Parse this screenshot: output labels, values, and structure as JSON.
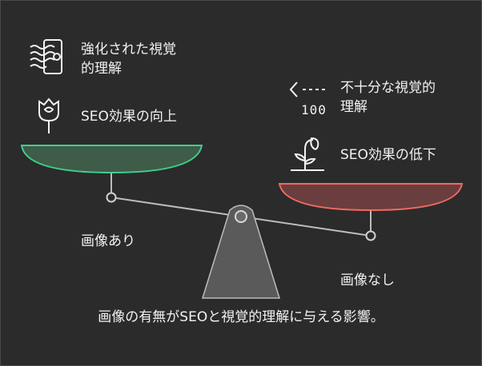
{
  "left_side": {
    "item_top_line1": "強化された視覚",
    "item_top_line2": "的理解",
    "item_bottom": "SEO効果の向上",
    "scale_label": "画像あり"
  },
  "right_side": {
    "item_top_line1": "不十分な視覚的",
    "item_top_line2": "理解",
    "item_top_icon_number": "100",
    "item_bottom": "SEO効果の低下",
    "scale_label": "画像なし"
  },
  "caption": "画像の有無がSEOと視覚的理解に与える影響。",
  "colors": {
    "background": "#2b2b2b",
    "left_pan_fill": "#3e5c48",
    "left_pan_stroke": "#3ecf8e",
    "right_pan_fill": "#6a3e3e",
    "right_pan_stroke": "#f06a62",
    "beam": "#bdbdbd",
    "fulcrum": "#5a5a5a"
  },
  "icons": [
    "wind-document-icon",
    "rose-icon",
    "faucet-icon",
    "wilted-flower-icon"
  ]
}
